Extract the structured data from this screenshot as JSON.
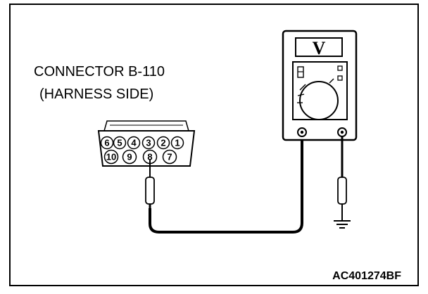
{
  "connector": {
    "title_line1": "CONNECTOR B-110",
    "title_line2": "(HARNESS SIDE)",
    "pins_top": [
      "6",
      "5",
      "4",
      "3",
      "2",
      "1"
    ],
    "pins_bottom": [
      "10",
      "9",
      "8",
      "7"
    ]
  },
  "meter": {
    "display": "V"
  },
  "figure_id": "AC401274BF"
}
